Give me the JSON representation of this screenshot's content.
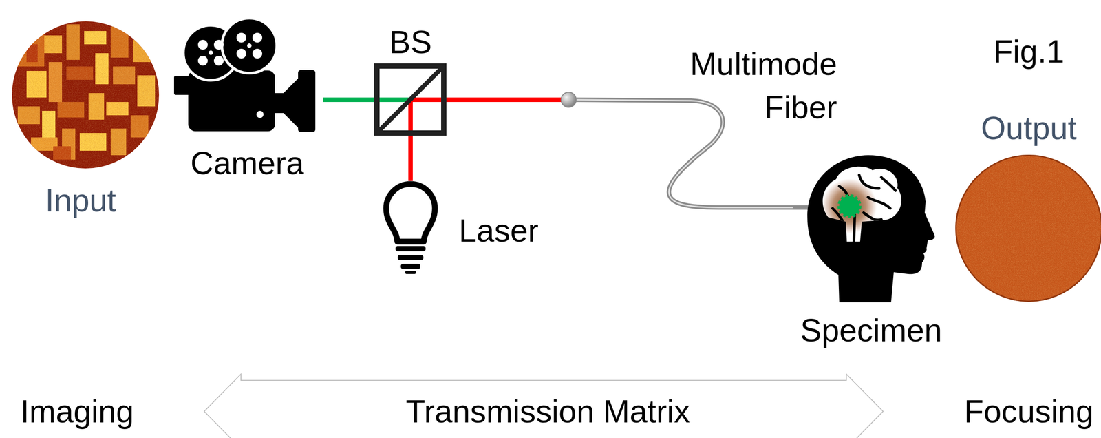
{
  "diagram": {
    "nodes": [
      {
        "text": [
          "Input"
        ]
      },
      {
        "text": [
          "Camera"
        ]
      },
      {
        "text": [
          "BS"
        ]
      },
      {
        "text": [
          "Laser"
        ]
      },
      {
        "text": [
          "Specimen"
        ]
      },
      {
        "text": [
          "Output"
        ]
      },
      {
        "text": [
          "Transmission Matrix"
        ]
      }
    ],
    "edges": [
      {
        "from": 1,
        "to": 2,
        "arrow": "none"
      },
      {
        "from": 3,
        "to": 2,
        "arrow": "none"
      },
      {
        "from": 2,
        "to": 4,
        "arrow": "none"
      }
    ],
    "labels": [
      "Multimode Fiber",
      "Fig.1",
      "Imaging",
      "Focusing"
    ]
  }
}
